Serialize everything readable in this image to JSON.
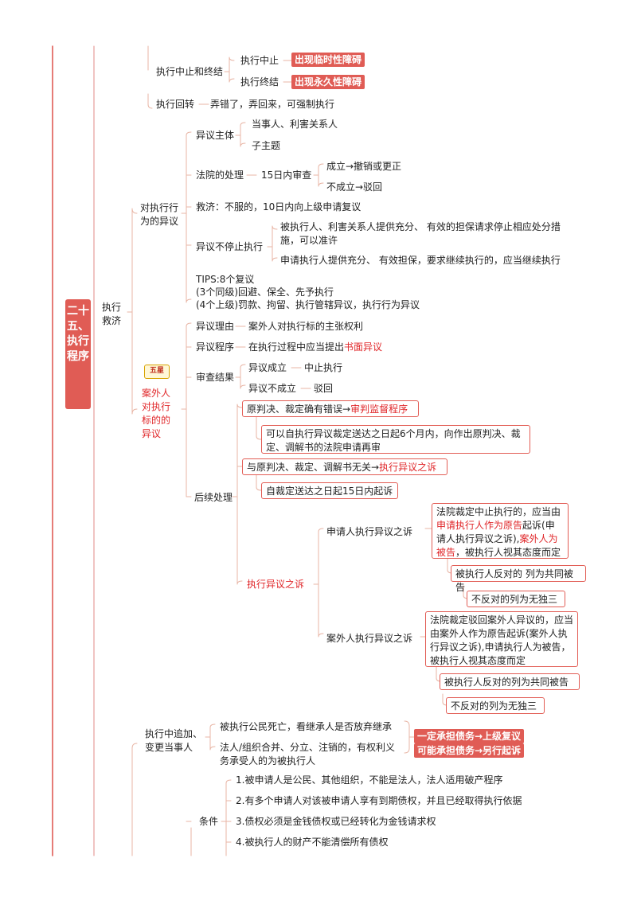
{
  "root": {
    "title": "二十五、执行程序"
  },
  "n": {
    "zhizhong_zhongjie": "执行中止和终结",
    "zhizhong": "执行中止",
    "zhizhong_tag": "出现临时性障碍",
    "zhongjie": "执行终结",
    "zhongjie_tag": "出现永久性障碍",
    "huizhuan": "执行回转",
    "huizhuan_desc": "弄错了，弄回来，可强制执行",
    "zhixing_jiuji": "执行救济",
    "dui_xingwei": "对执行行为的异议",
    "yiyi_zhuti": "异议主体",
    "dangshiren": "当事人、利害关系人",
    "zizhuti": "子主题",
    "fayuan_chuli": "法院的处理",
    "shencha15": "15日内审查",
    "chengli": "成立→撤销或更正",
    "buchengli": "不成立→驳回",
    "jiuji": "救济：不服的，10日内向上级申请复议",
    "butingzhi": "异议不停止执行",
    "bzx_tigong": "被执行人、利害关系人提供充分、 有效的担保请求停止相应处分措施，可以准许",
    "sq_tigong": "申请执行人提供充分、 有效担保，要求继续执行的，应当继续执行",
    "tips1": "TIPS:8个复议",
    "tips2": "(3个同级)回避、保全、先予执行",
    "tips3": "(4个上级)罚款、拘留、执行管辖异议，执行行为异议",
    "badge": "五星",
    "anwairen": "案外人对执行标的的异议",
    "yiyi_liyou": "异议理由",
    "liyou_desc": "案外人对执行标的主张权利",
    "yiyi_chengxu": "异议程序",
    "chengxu_pre": "在执行过程中应当提出",
    "chengxu_red": "书面异议",
    "shencha_jieguo": "审查结果",
    "yiyi_chengli": "异议成立",
    "zhongzhi_zhixing": "中止执行",
    "yiyi_buchengli": "异议不成立",
    "bohui": "驳回",
    "houxu": "后续处理",
    "yuanpanjue_pre": "原判决、裁定确有错误→",
    "yuanpanjue_red": "审判监督程序",
    "keyi_6": "可以自执行异议裁定送达之日起6个月内，向作出原判决、裁定、调解书的法院申请再审",
    "wuguan_pre": "与原判决、裁定、调解书无关→",
    "wuguan_red": "执行异议之诉",
    "ziqi15": "自裁定送达之日起15日内起诉",
    "zhixing_yiyi_su": "执行异议之诉",
    "sqr_su": "申请人执行异议之诉",
    "sqr_box_1": "法院裁定中止执行的，应当由",
    "sqr_box_2": "申请执行人作为原告",
    "sqr_box_3": "起诉(申请人执行异议之诉),",
    "sqr_box_4": "案外人为被告",
    "sqr_box_5": "，被执行人视其态度而定",
    "sqr_fandui": "被执行人反对的 列为共同被告",
    "sqr_bufandui": "不反对的列为无独三",
    "awr_su": "案外人执行异议之诉",
    "awr_box": "法院裁定驳回案外人异议的，应当由案外人作为原告起诉(案外人执行异议之诉),申请执行人为被告，被执行人视其态度而定",
    "awr_fandui": "被执行人反对的列为共同被告",
    "awr_bufandui": "不反对的列为无独三",
    "zhuijia": "执行中追加、变更当事人",
    "siwang": "被执行公民死亡，看继承人是否放弃继承",
    "hebing": "法人/组织合并、分立、注销的，有权利义务承受人的为被执行人",
    "yiding": "一定承担债务→上级复议",
    "keneng": "可能承担债务→另行起诉",
    "tiaojian": "条件",
    "t1": "1.被申请人是公民、其他组织，不能是法人，法人适用破产程序",
    "t2": "2.有多个申请人对该被申请人享有到期债权，并且已经取得执行依据",
    "t3": "3.债权必须是金钱债权或已经转化为金钱请求权",
    "t4": "4.被执行人的财产不能清偿所有债权"
  }
}
